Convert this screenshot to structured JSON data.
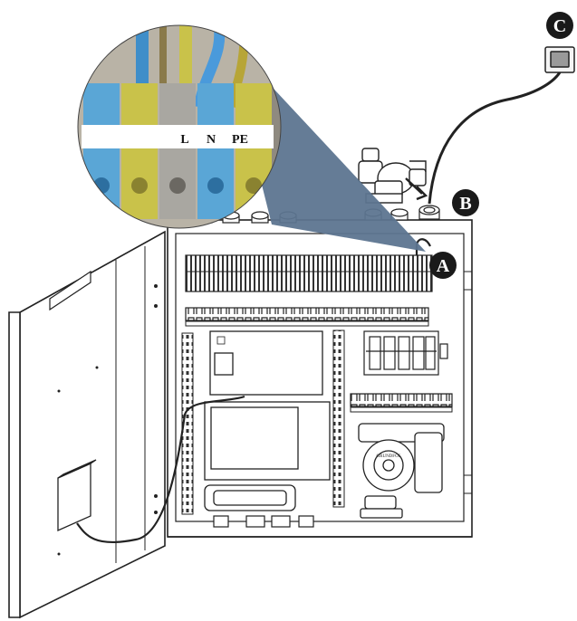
{
  "callouts": {
    "a": "A",
    "b": "B",
    "c": "C"
  },
  "terminal_labels": {
    "l": "L",
    "n": "N",
    "pe": "PE"
  },
  "pump_brand": "GRUNDFOS",
  "colors": {
    "line": "#222222",
    "callout_fill": "#1a1a1a",
    "zoom_cone": "#5d7590",
    "terminal_blue": "#5aa6d6",
    "terminal_yellow_green": "#c9c24a",
    "terminal_grey": "#b9b3a6"
  }
}
